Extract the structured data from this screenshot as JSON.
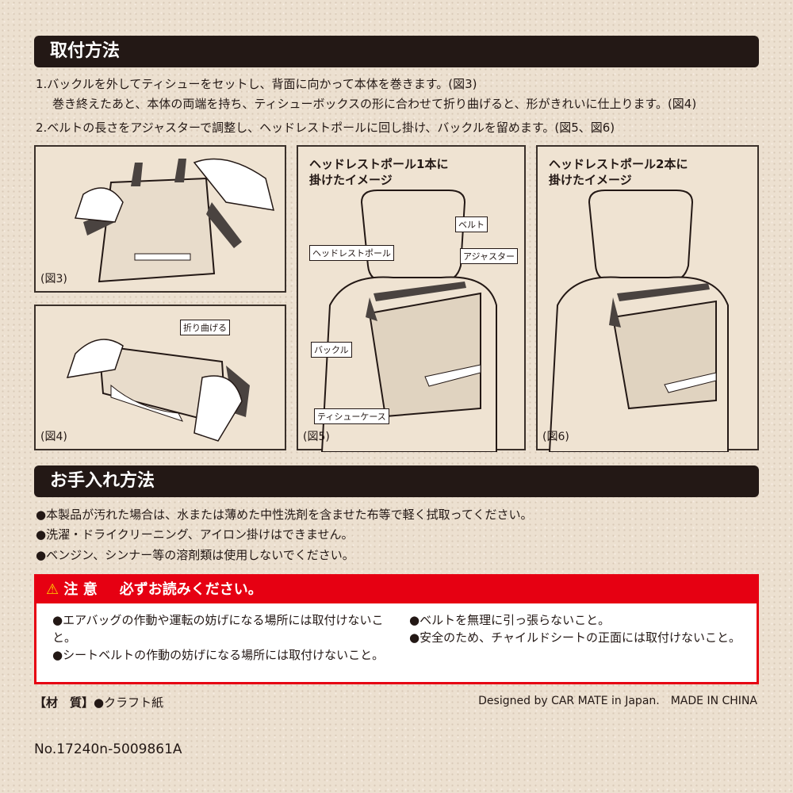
{
  "section1": {
    "title": "取付方法",
    "steps": [
      "1.バックルを外してティシューをセットし、背面に向かって本体を巻きます。(図3)",
      "巻き終えたあと、本体の両端を持ち、ティシューボックスの形に合わせて折り曲げると、形がきれいに仕上ります。(図4)",
      "2.ベルトの長さをアジャスターで調整し、ヘッドレストポールに回し掛け、バックルを留めます。(図5、図6)"
    ]
  },
  "figures": {
    "fig3": {
      "caption": "(図3)"
    },
    "fig4": {
      "caption": "(図4)",
      "label": "折り曲げる"
    },
    "fig5": {
      "caption": "(図5)",
      "title_a": "ヘッドレストポール1本に",
      "title_b": "掛けたイメージ",
      "labels": {
        "pole": "ヘッドレストポール",
        "belt": "ベルト",
        "adjuster": "アジャスター",
        "buckle": "バックル",
        "case": "ティシューケース"
      }
    },
    "fig6": {
      "caption": "(図6)",
      "title_a": "ヘッドレストポール2本に",
      "title_b": "掛けたイメージ"
    }
  },
  "section2": {
    "title": "お手入れ方法",
    "items": [
      "●本製品が汚れた場合は、水または薄めた中性洗剤を含ませた布等で軽く拭取ってください。",
      "●洗濯・ドライクリーニング、アイロン掛けはできません。",
      "●ベンジン、シンナー等の溶剤類は使用しないでください。"
    ]
  },
  "caution": {
    "title": "注 意",
    "subtitle": "必ずお読みください。",
    "left": [
      "●エアバッグの作動や運転の妨げになる場所には取付けないこと。",
      "●シートベルトの作動の妨げになる場所には取付けないこと。"
    ],
    "right": [
      "●ベルトを無理に引っ張らないこと。",
      "●安全のため、チャイルドシートの正面には取付けないこと。"
    ],
    "color": "#e60012"
  },
  "footer": {
    "material_label": "【材　質】",
    "material": "●クラフト紙",
    "designed": "Designed by CAR MATE in Japan.　MADE IN CHINA",
    "code": "No.17240n-5009861A"
  }
}
